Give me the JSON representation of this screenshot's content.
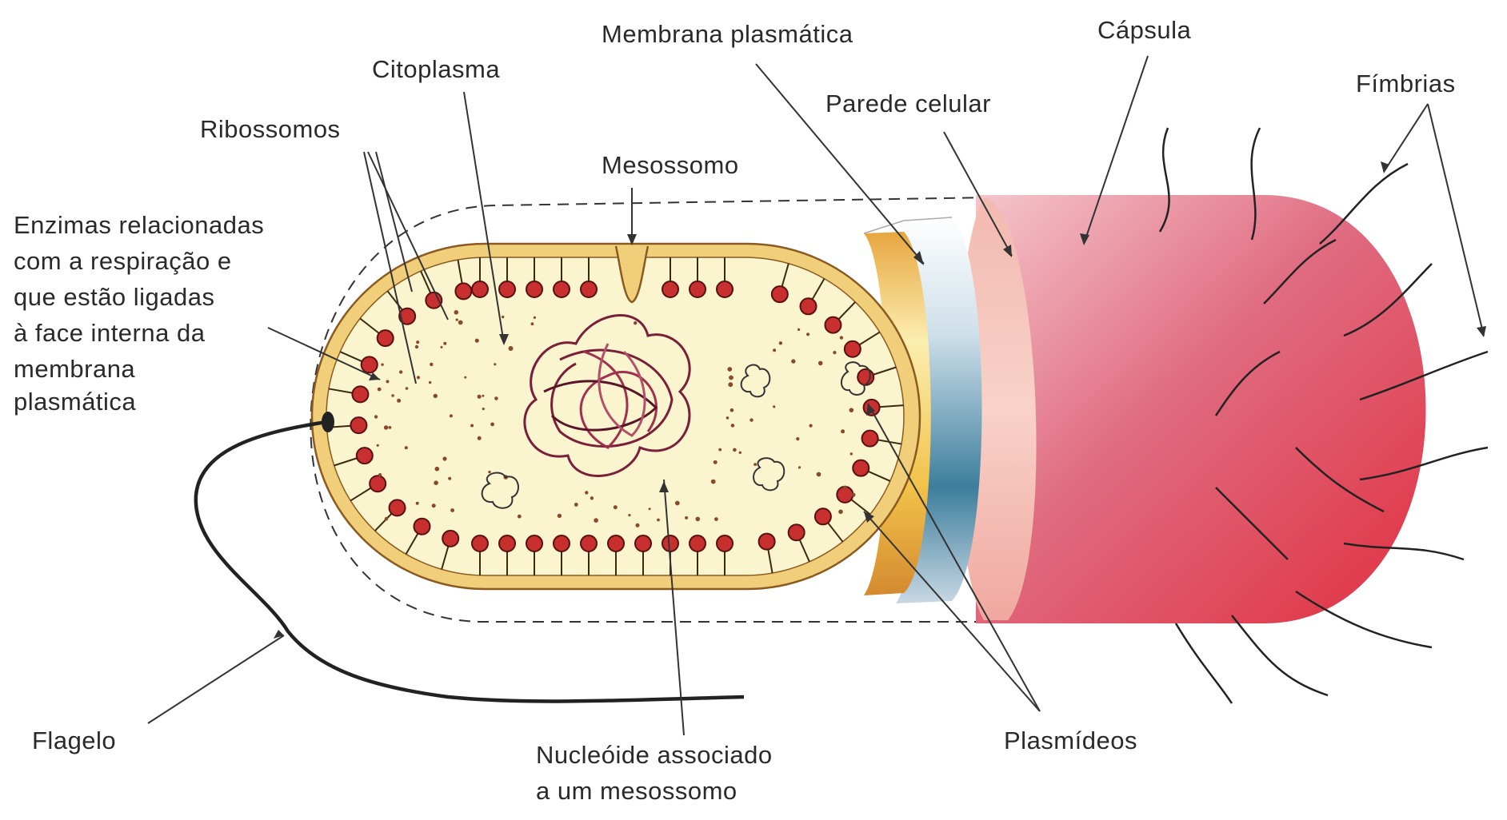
{
  "labels": {
    "citoplasma": "Citoplasma",
    "membrana_plasmatica": "Membrana plasmática",
    "capsula": "Cápsula",
    "fimbrias": "Fímbrias",
    "parede_celular": "Parede celular",
    "ribossomos": "Ribossomos",
    "mesossomo": "Mesossomo",
    "enzimas": [
      "Enzimas relacionadas",
      "com a respiração e",
      "que estão ligadas",
      "à face interna da",
      "membrana",
      "plasmática"
    ],
    "flagelo": "Flagelo",
    "nucleoide": [
      "Nucleóide associado",
      "a um mesossomo"
    ],
    "plasmideos": "Plasmídeos"
  },
  "colors": {
    "capsule": "#e04050",
    "capsule_light": "#f4b0b8",
    "cell_wall": "#2f6d8c",
    "membrane_band": "#e0a020",
    "cytoplasm": "#fbf5cf",
    "ribosome": "#c83030",
    "dna": "#7a1f3a",
    "flagellum": "#222222"
  }
}
